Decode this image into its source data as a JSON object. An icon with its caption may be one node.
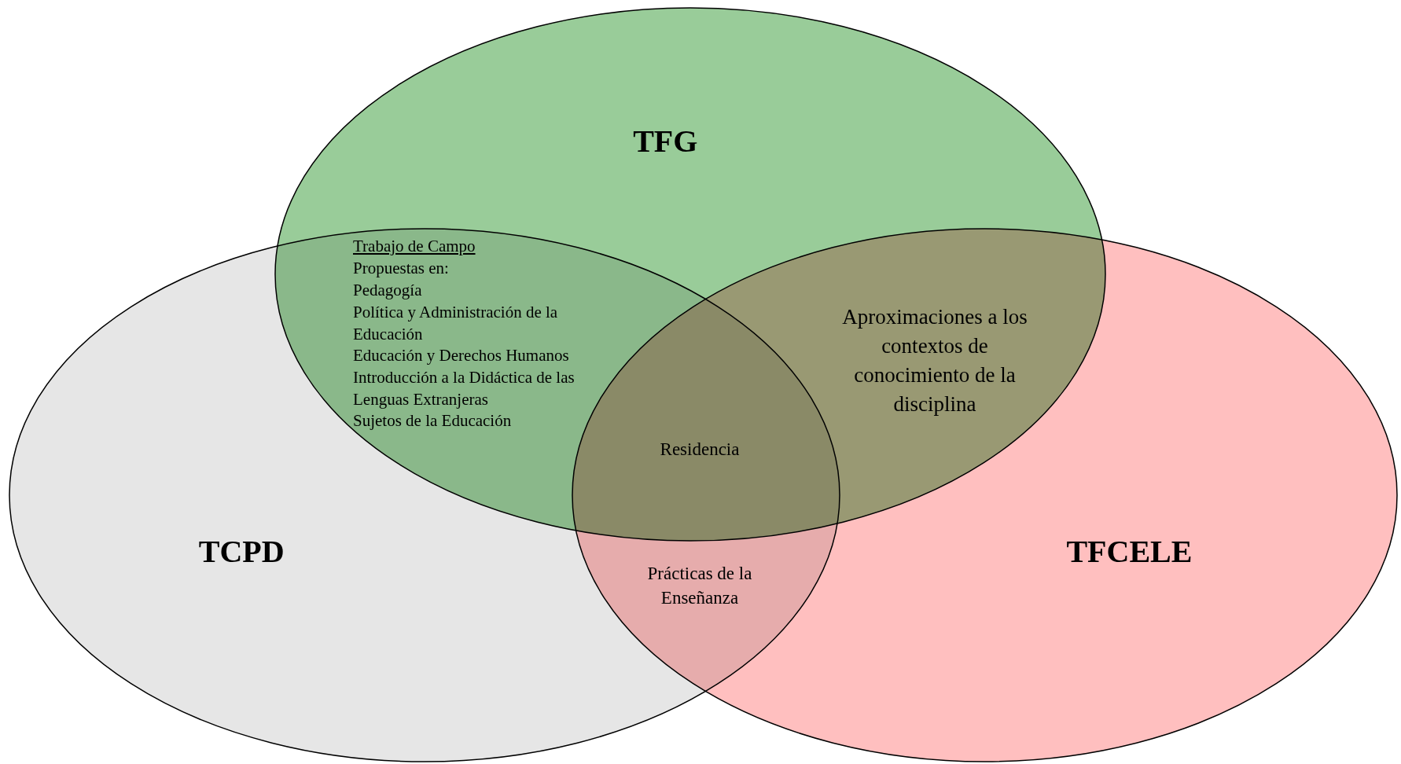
{
  "diagram": {
    "nodes": [
      {
        "text": [
          "TFG"
        ]
      },
      {
        "text": [
          "TCPD"
        ]
      },
      {
        "text": [
          "TFCELE"
        ]
      }
    ],
    "labels": [
      "Trabajo de Campo",
      "Propuestas en:",
      "Pedagogía",
      "Política y Administración de la Educación",
      "Educación y Derechos Humanos",
      "Introducción a la Didáctica de las Lenguas Extranjeras",
      "Sujetos de la Educación",
      "Aproximaciones a los contextos de conocimiento de la disciplina",
      "Residencia",
      "Prácticas de la Enseñanza"
    ]
  }
}
